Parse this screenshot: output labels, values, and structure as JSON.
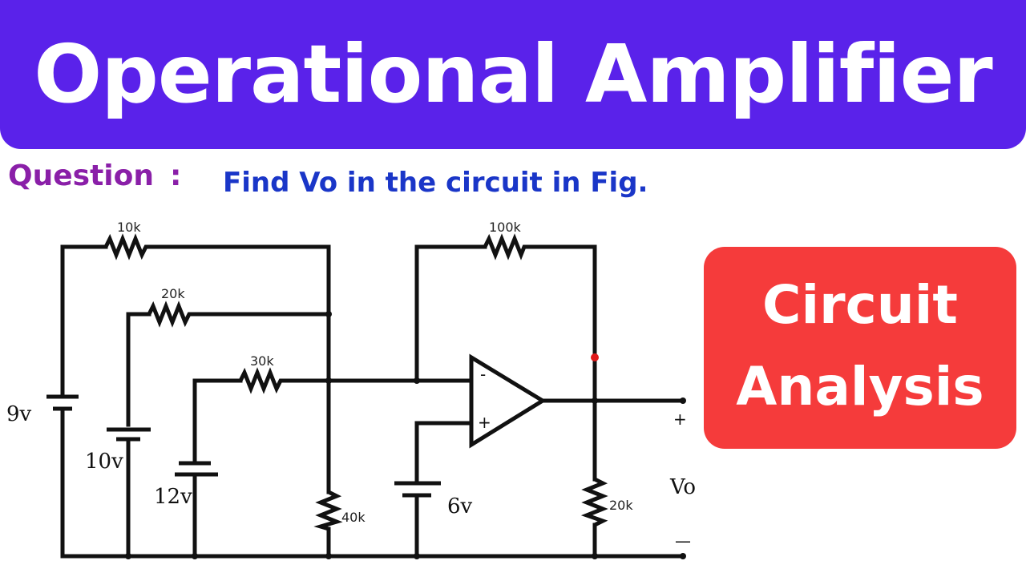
{
  "header": {
    "title": "Operational Amplifier",
    "background": "#5a22ea"
  },
  "question": {
    "label": "Question",
    "colon": ":",
    "text": "Find Vo in the circuit in Fig."
  },
  "badge": {
    "line1": "Circuit",
    "line2": "Analysis",
    "background": "#f53b3b"
  },
  "circuit": {
    "resistors": {
      "r1": "10k",
      "r2": "20k",
      "r3": "30k",
      "r4": "40k",
      "rf": "100k",
      "rl": "20k"
    },
    "sources": {
      "v1": "9v",
      "v2": "10v",
      "v3": "12v",
      "v4": "6v"
    },
    "opamp": {
      "inverting": "-",
      "noninverting": "+"
    },
    "output": {
      "label": "Vo",
      "plus": "+",
      "minus": "—"
    }
  }
}
